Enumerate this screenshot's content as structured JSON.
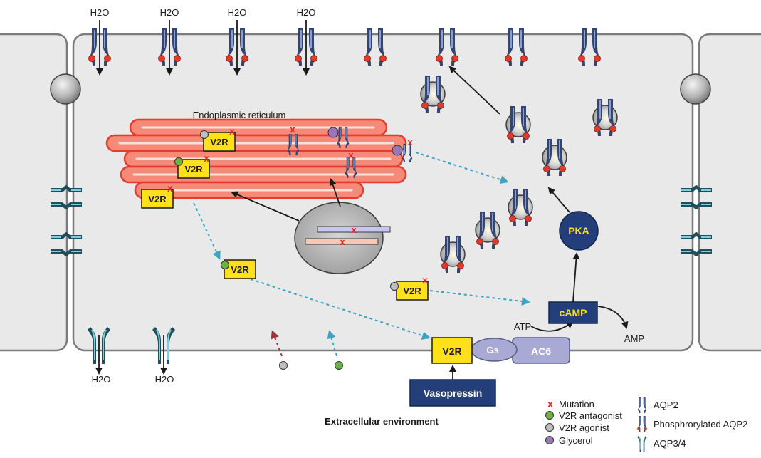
{
  "water_top": [
    "H2O",
    "H2O",
    "H2O",
    "H2O"
  ],
  "water_bottom": [
    "H2O",
    "H2O"
  ],
  "er_label": "Endoplasmic reticulum",
  "receptor_label": "V2R",
  "gs_label": "Gs",
  "ac6_label": "AC6",
  "camp_label": "cAMP",
  "pka_label": "PKA",
  "atp_label": "ATP",
  "amp_label": "AMP",
  "vasopressin_label": "Vasopressin",
  "extracellular_label": "Extracellular environment",
  "mutation_mark": "x",
  "legend": {
    "mutation": "Mutation",
    "antagonist": "V2R antagonist",
    "agonist": "V2R agonist",
    "glycerol": "Glycerol",
    "aqp2": "AQP2",
    "phospho_aqp2": "Phosphrorylated AQP2",
    "aqp34": "AQP3/4"
  },
  "colors": {
    "cell_fill": "#e9e9ea",
    "membrane": "#7a7b7e",
    "er_fill": "#f58a78",
    "er_stroke": "#e63b2e",
    "receptor_fill": "#ffe01b",
    "navy": "#233e78",
    "lavender": "#a9a9d6",
    "teal_arrow": "#3aa4c2",
    "mutation_red": "#e0231b",
    "antagonist_green": "#6db33f",
    "agonist_gray": "#bfbfbf",
    "glycerol_purple": "#9c76b8",
    "aqp2_fill": "#34466f",
    "aqp2_highlight": "#8a9cd4",
    "phospho_dot": "#e03a2a",
    "aqp34_fill": "#1f4f5c",
    "aqp34_highlight": "#7bd0df"
  }
}
